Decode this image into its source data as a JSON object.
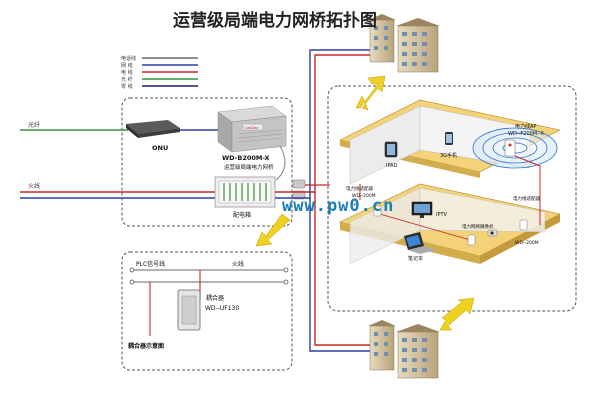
{
  "title": "运营级局端电力网桥拓扑图",
  "watermark": "www.pw0.cn",
  "legend": {
    "items": [
      {
        "label": "电话线",
        "color": "#6a6a6a"
      },
      {
        "label": "网 线",
        "color": "#2b3fa8"
      },
      {
        "label": "电 线",
        "color": "#c62828"
      },
      {
        "label": "光 纤",
        "color": "#3a8f3a"
      },
      {
        "label": "零 线",
        "color": "#1a1a6e"
      }
    ]
  },
  "left": {
    "fiber_label": "光纤",
    "live_label": "火线",
    "onu_label": "ONU",
    "bridge_model": "WD-B200M-X",
    "bridge_desc": "运营级局端电力网桥",
    "bridge_brand": "LanDex",
    "dist_label": "配电箱"
  },
  "coupler": {
    "plc_label": "PLC信号线",
    "live_label": "火线",
    "name": "耦合器",
    "model": "WD--UF130",
    "caption": "耦合器示意图"
  },
  "house": {
    "ipad": "IPAD",
    "phone": "3G手机",
    "ap_name": "电力线AP",
    "ap_model": "WD--F200M--X",
    "adapter_top": "电力线适配器",
    "adapter_top_model": "WD--200M",
    "iptv": "IPTV",
    "camera": "电力网络摄像机",
    "laptop": "笔记本",
    "adapter_right": "电力线适配器",
    "adapter_right_model": "WD--200M"
  },
  "colors": {
    "frame": "#555555",
    "floor": "#f3d27a",
    "arrow": "#f0d020",
    "wall": "#e9e9e9",
    "fiber": "#3a8f3a",
    "power": "#c62828",
    "neutral": "#2b3fa8"
  }
}
